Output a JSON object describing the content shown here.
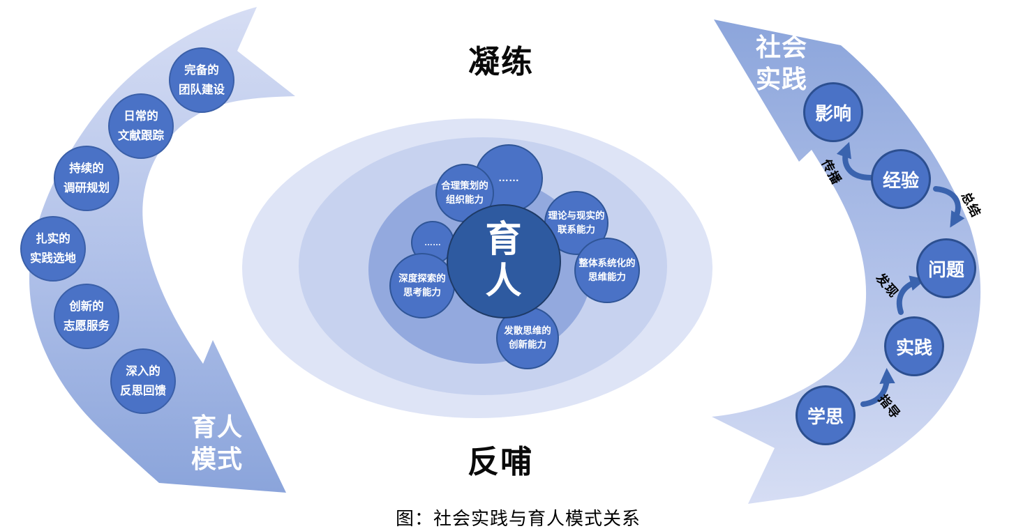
{
  "caption": "图：社会实践与育人模式关系",
  "center": {
    "top_label": "凝练",
    "bottom_label": "反哺",
    "core": "育\n人",
    "satellites": {
      "dots_top": "……",
      "organize": "合理策划的\n组织能力",
      "theory": "理论与现实的\n联系能力",
      "system": "整体系统化的\n思维能力",
      "dots_left": "……",
      "explore": "深度探索的\n思考能力",
      "innovate": "发散思维的\n创新能力"
    }
  },
  "left_flow": {
    "arrow_label": "育人\n模式",
    "items": [
      "完备的\n团队建设",
      "日常的\n文献跟踪",
      "持续的\n调研规划",
      "扎实的\n实践选地",
      "创新的\n志愿服务",
      "深入的\n反思回馈"
    ]
  },
  "right_flow": {
    "arrow_label": "社会\n实践",
    "items": [
      "影响",
      "经验",
      "问题",
      "实践",
      "学思"
    ],
    "connectors": [
      "传播",
      "总结",
      "发现",
      "指导"
    ]
  },
  "colors": {
    "band_light": "#d7def4",
    "band_dark": "#89a3da",
    "node_fill": "#4a72c6",
    "node_stroke": "#2f5597",
    "core_fill": "#2e5aa0",
    "core_stroke": "#1e3a66",
    "ellipse_outer": "#dee4f6",
    "ellipse_middle": "#c7d2ef",
    "ellipse_inner": "#93a9de",
    "connector_arrow": "#3a63ae",
    "title_color": "#0a0a0a"
  }
}
